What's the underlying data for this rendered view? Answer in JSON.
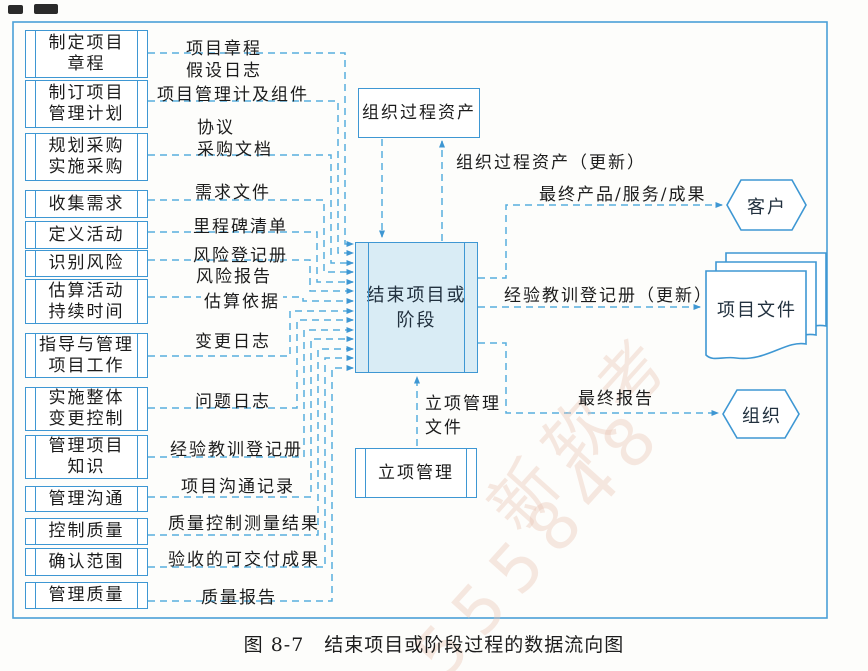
{
  "caption": "图 8-7　结束项目或阶段过程的数据流向图",
  "central_process": {
    "line1": "结束项目或",
    "line2": "阶段"
  },
  "top_entity": {
    "label": "组织过程资产"
  },
  "bottom_entity": {
    "label": "立项管理"
  },
  "bottom_input": {
    "line1": "立项管理",
    "line2": "文件"
  },
  "flows": [
    {
      "source1": "制定项目",
      "source2": "章程",
      "label1": "项目章程",
      "label2": "假设日志"
    },
    {
      "source1": "制订项目",
      "source2": "管理计划",
      "label1": "项目管理计及组件"
    },
    {
      "source1": "规划采购",
      "source2": "实施采购",
      "label1": "协议",
      "label2": "采购文档"
    },
    {
      "source1": "收集需求",
      "label1": "需求文件"
    },
    {
      "source1": "定义活动",
      "label1": "里程碑清单"
    },
    {
      "source1": "识别风险",
      "label1": "风险登记册",
      "label2": "风险报告"
    },
    {
      "source1": "估算活动",
      "source2": "持续时间",
      "label1": "估算依据"
    },
    {
      "source1": "指导与管理",
      "source2": "项目工作",
      "label1": "变更日志"
    },
    {
      "source1": "实施整体",
      "source2": "变更控制",
      "label1": "问题日志"
    },
    {
      "source1": "管理项目",
      "source2": "知识",
      "label1": "经验教训登记册"
    },
    {
      "source1": "管理沟通",
      "label1": "项目沟通记录"
    },
    {
      "source1": "控制质量",
      "label1": "质量控制测量结果"
    },
    {
      "source1": "确认范围",
      "label1": "验收的可交付成果"
    },
    {
      "source1": "管理质量",
      "label1": "质量报告"
    }
  ],
  "outputs": {
    "opa_update": "组织过程资产（更新）",
    "final_product": "最终产品/服务/成果",
    "lessons_update": "经验教训登记册（更新）",
    "final_report": "最终报告"
  },
  "targets": {
    "customer": "客户",
    "project_docs": "项目文件",
    "organization": "组织"
  },
  "watermark": {
    "line1": "新软考",
    "line2": "555848"
  },
  "colors": {
    "line": "#58aede",
    "border": "#3e97d3",
    "central_fill": "#d9ecf5"
  }
}
